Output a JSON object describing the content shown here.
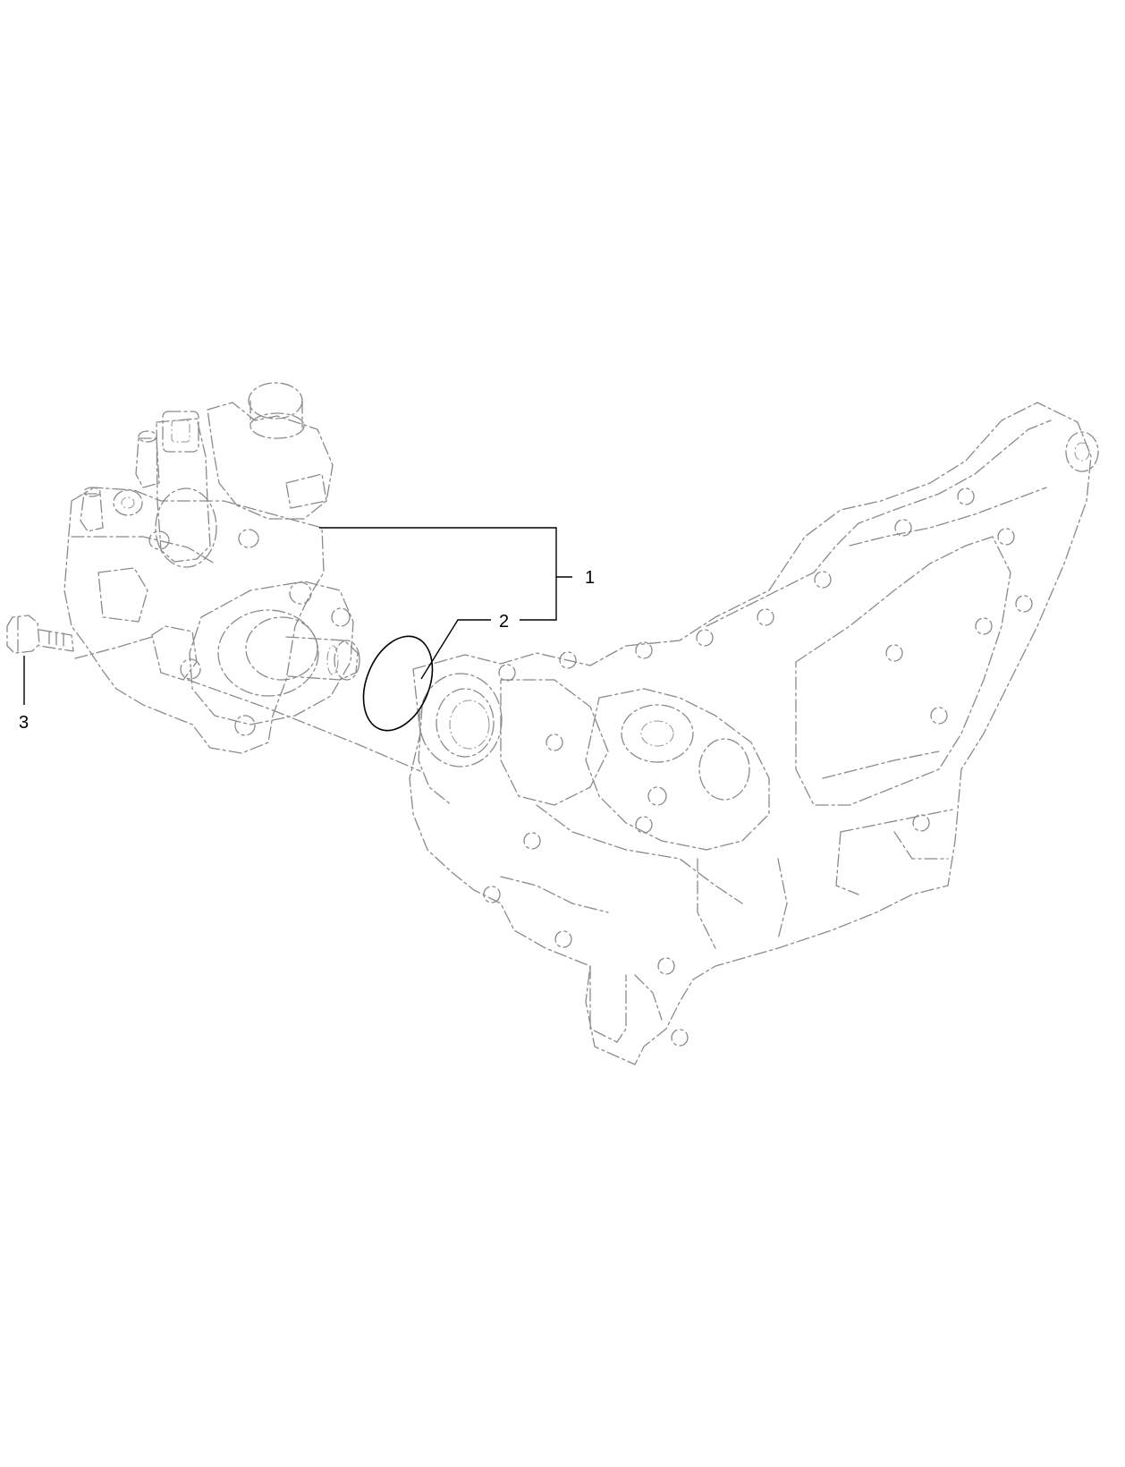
{
  "callouts": [
    {
      "id": "1",
      "label": "1"
    },
    {
      "id": "2",
      "label": "2"
    },
    {
      "id": "3",
      "label": "3"
    }
  ],
  "colors": {
    "background": "#ffffff",
    "ghost_line": "#8a8a8a",
    "part_line": "#000000"
  }
}
